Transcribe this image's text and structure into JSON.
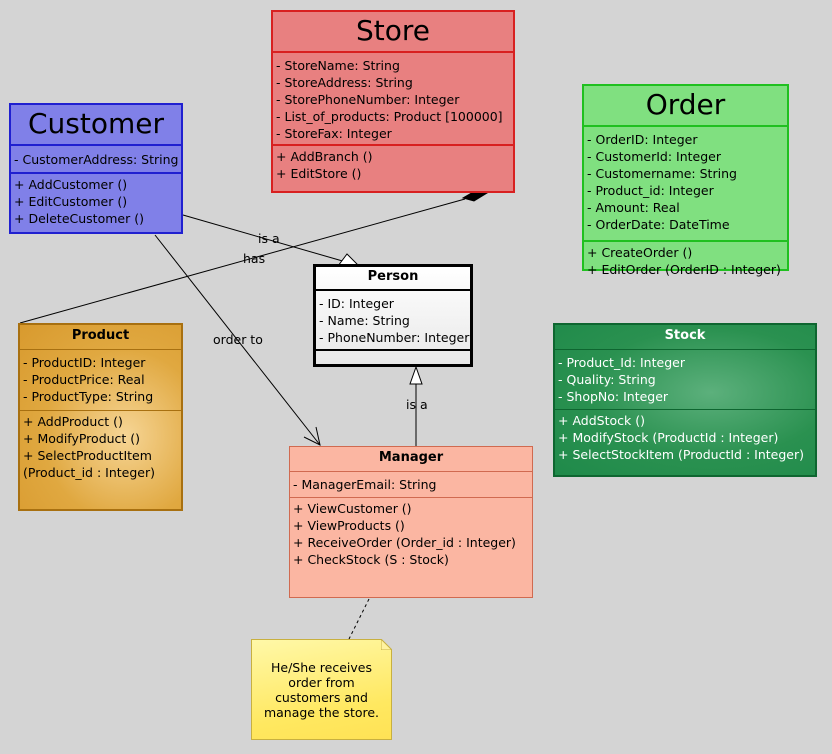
{
  "classes": {
    "store": {
      "name": "Store",
      "attributes": [
        "- StoreName: String",
        "- StoreAddress: String",
        "- StorePhoneNumber: Integer",
        "- List_of_products: Product [100000]",
        "- StoreFax: Integer"
      ],
      "operations": [
        "+ AddBranch ()",
        "+ EditStore ()"
      ]
    },
    "customer": {
      "name": "Customer",
      "attributes": [
        "- CustomerAddress: String"
      ],
      "operations": [
        "+ AddCustomer ()",
        "+ EditCustomer ()",
        "+ DeleteCustomer ()"
      ]
    },
    "order": {
      "name": "Order",
      "attributes": [
        "- OrderID: Integer",
        "- CustomerId: Integer",
        "- Customername: String",
        "- Product_id: Integer",
        "- Amount: Real",
        "- OrderDate: DateTime"
      ],
      "operations": [
        "+ CreateOrder ()",
        "+ EditOrder (OrderID : Integer)"
      ]
    },
    "person": {
      "name": "Person",
      "attributes": [
        "- ID: Integer",
        "- Name: String",
        "- PhoneNumber: Integer"
      ],
      "operations": []
    },
    "product": {
      "name": "Product",
      "attributes": [
        "- ProductID: Integer",
        "- ProductPrice: Real",
        "- ProductType: String"
      ],
      "operations": [
        "+ AddProduct ()",
        "+ ModifyProduct ()",
        "+ SelectProductItem (Product_id : Integer)"
      ]
    },
    "stock": {
      "name": "Stock",
      "attributes": [
        "- Product_Id: Integer",
        "- Quality: String",
        "- ShopNo: Integer"
      ],
      "operations": [
        "+ AddStock ()",
        "+ ModifyStock (ProductId : Integer)",
        "+ SelectStockItem (ProductId : Integer)"
      ]
    },
    "manager": {
      "name": "Manager",
      "attributes": [
        "- ManagerEmail: String"
      ],
      "operations": [
        "+ ViewCustomer ()",
        "+ ViewProducts ()",
        "+ ReceiveOrder (Order_id : Integer)",
        "+ CheckStock (S : Stock)"
      ]
    }
  },
  "relations": {
    "customer_person": "is a",
    "store_product": "has",
    "customer_manager": "order to",
    "manager_person": "is a"
  },
  "note": "He/She receives order from customers and manage the store.",
  "colors": {
    "store": "#e88080",
    "customer": "#8080e8",
    "order": "#80e080",
    "person": "#ffffff",
    "product": "#e0a840",
    "stock": "#2a9150",
    "manager": "#fbb6a2",
    "note": "#ffe860",
    "background": "#d4d4d4"
  }
}
